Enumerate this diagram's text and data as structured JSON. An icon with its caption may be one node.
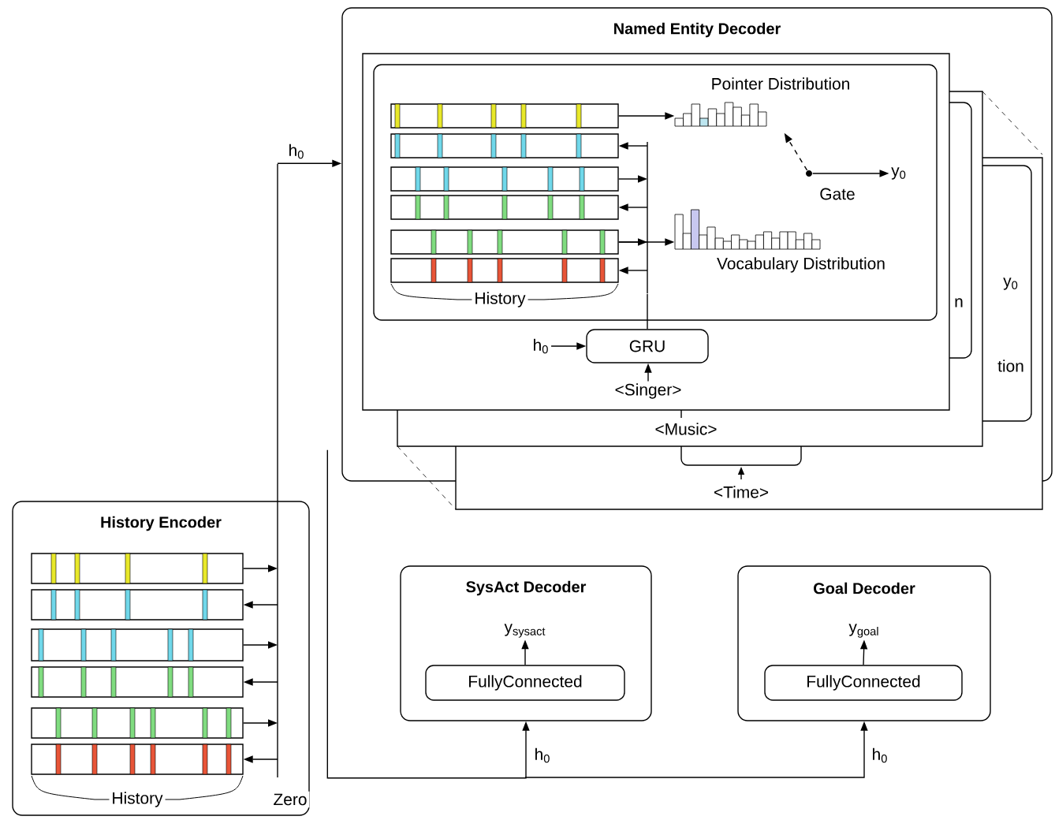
{
  "diagram": {
    "nodes": [
      {
        "text": [
          "Named Entity Decoder"
        ]
      },
      {
        "text": [],
        "shape": "box",
        "in": 0
      },
      {
        "text": [],
        "shape": "bar",
        "in": 1
      },
      {
        "text": [],
        "shape": "bar",
        "in": 1
      },
      {
        "text": [],
        "shape": "bar",
        "in": 1
      },
      {
        "text": [],
        "shape": "bar",
        "in": 1
      },
      {
        "text": [],
        "shape": "bar",
        "in": 1
      },
      {
        "text": [],
        "shape": "bar",
        "in": 1
      },
      {
        "text": [],
        "shape": "line",
        "in": 1
      },
      {
        "text": [
          "Pointer Distribution"
        ],
        "in": 1
      },
      {
        "text": [
          "Vocabulary Distribution"
        ],
        "in": 1
      },
      {
        "text": [
          "Gate"
        ],
        "in": 1
      },
      {
        "text": [
          "y$_{0}$"
        ],
        "in": 1
      },
      {
        "text": [
          "GRU"
        ],
        "in": 0
      },
      {
        "text": [
          "h$_{0}$"
        ],
        "in": 0
      },
      {
        "text": [
          "<Singer>"
        ],
        "in": 0
      },
      {
        "text": [
          "History Encoder"
        ]
      },
      {
        "text": [],
        "shape": "bar",
        "in": 16
      },
      {
        "text": [],
        "shape": "bar",
        "in": 16
      },
      {
        "text": [],
        "shape": "bar",
        "in": 16
      },
      {
        "text": [],
        "shape": "bar",
        "in": 16
      },
      {
        "text": [],
        "shape": "bar",
        "in": 16
      },
      {
        "text": [],
        "shape": "bar",
        "in": 16
      },
      {
        "text": [],
        "shape": "line"
      },
      {
        "text": [
          "SysAct Decoder"
        ]
      },
      {
        "text": [
          "y$_{sysact}$"
        ],
        "in": 24
      },
      {
        "text": [
          "FullyConnected"
        ],
        "in": 24
      },
      {
        "text": [
          "Goal Decoder"
        ]
      },
      {
        "text": [
          "y$_{goal}$"
        ],
        "in": 27
      },
      {
        "text": [
          "FullyConnected"
        ],
        "in": 27
      }
    ],
    "edges": [
      {
        "from": 23,
        "to": 0,
        "arrow": "to",
        "label": "h$_{0}$"
      },
      {
        "from": 17,
        "to": 23,
        "arrow": "to"
      },
      {
        "from": 23,
        "to": 18,
        "arrow": "to"
      },
      {
        "from": 19,
        "to": 23,
        "arrow": "to"
      },
      {
        "from": 23,
        "to": 20,
        "arrow": "to"
      },
      {
        "from": 21,
        "to": 23,
        "arrow": "to"
      },
      {
        "from": 23,
        "to": 22,
        "arrow": "to"
      },
      {
        "from": 0,
        "to": 24,
        "arrow": "to",
        "label": "h$_{0}$"
      },
      {
        "from": null,
        "to": 27,
        "arrow": "to",
        "label": "h$_{0}$"
      },
      {
        "from": 14,
        "to": 13,
        "arrow": "to"
      },
      {
        "from": 15,
        "to": 13,
        "arrow": "to"
      },
      {
        "from": 13,
        "to": 8,
        "arrow": "none"
      },
      {
        "from": 8,
        "to": 3,
        "arrow": "to"
      },
      {
        "from": 4,
        "to": 8,
        "arrow": "to"
      },
      {
        "from": 8,
        "to": 5,
        "arrow": "to"
      },
      {
        "from": 6,
        "to": 8,
        "arrow": "to"
      },
      {
        "from": 8,
        "to": 7,
        "arrow": "to"
      },
      {
        "from": 2,
        "to": 9,
        "arrow": "to"
      },
      {
        "from": 6,
        "to": 10,
        "arrow": "to"
      },
      {
        "from": 11,
        "to": 12,
        "arrow": "to"
      },
      {
        "from": 11,
        "to": 9,
        "arrow": "to",
        "style": "dashed"
      },
      {
        "from": 26,
        "to": 25,
        "arrow": "to"
      },
      {
        "from": 29,
        "to": 28,
        "arrow": "to"
      }
    ],
    "labels": [
      "y$_{0}$",
      "History",
      "n",
      "tion",
      "<Music>",
      "<Time>",
      "History",
      "Zero"
    ]
  }
}
